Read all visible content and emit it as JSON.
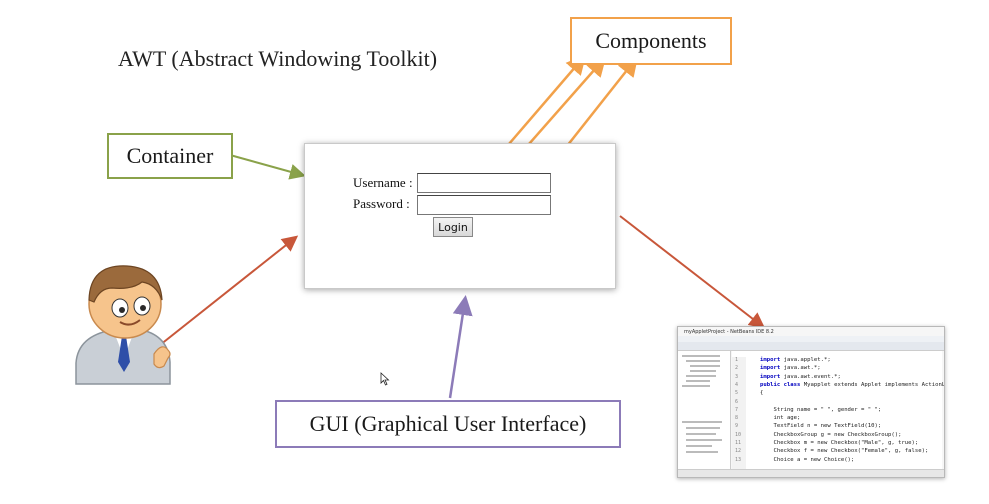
{
  "title": "AWT (Abstract Windowing Toolkit)",
  "labels": {
    "container": "Container",
    "components": "Components",
    "gui": "GUI (Graphical User Interface)"
  },
  "login_form": {
    "username_label": "Username :",
    "password_label": "Password :",
    "username_value": "",
    "password_value": "",
    "login_button": "Login"
  },
  "colors": {
    "container_border": "#8aa24a",
    "components_border": "#f2a14a",
    "gui_border": "#8c7bb8",
    "arrow_orange": "#f2a14a",
    "arrow_green": "#8aa24a",
    "arrow_red": "#c8573a",
    "arrow_purple": "#8c7bb8"
  },
  "icons": {
    "user": "user-avatar-icon",
    "cursor": "mouse-cursor-icon"
  },
  "ide": {
    "title": "myAppletProject - NetBeans IDE 8.2",
    "code_lines": [
      {
        "n": "1",
        "kw": "import",
        "rest": " java.applet.*;"
      },
      {
        "n": "2",
        "kw": "import",
        "rest": " java.awt.*;"
      },
      {
        "n": "3",
        "kw": "import",
        "rest": " java.awt.event.*;"
      },
      {
        "n": "4",
        "kw": "public class",
        "rest": " Myapplet extends Applet implements ActionListener"
      },
      {
        "n": "5",
        "kw": "",
        "rest": "{"
      },
      {
        "n": "6",
        "kw": "",
        "rest": ""
      },
      {
        "n": "7",
        "kw": "",
        "rest": "    String name = \" \", gender = \" \";"
      },
      {
        "n": "8",
        "kw": "",
        "rest": "    int age;"
      },
      {
        "n": "9",
        "kw": "",
        "rest": "    TextField n = new TextField(10);"
      },
      {
        "n": "10",
        "kw": "",
        "rest": "    CheckboxGroup g = new CheckboxGroup();"
      },
      {
        "n": "11",
        "kw": "",
        "rest": "    Checkbox m = new Checkbox(\"Male\", g, true);"
      },
      {
        "n": "12",
        "kw": "",
        "rest": "    Checkbox f = new Checkbox(\"Female\", g, false);"
      },
      {
        "n": "13",
        "kw": "",
        "rest": "    Choice a = new Choice();"
      }
    ]
  }
}
